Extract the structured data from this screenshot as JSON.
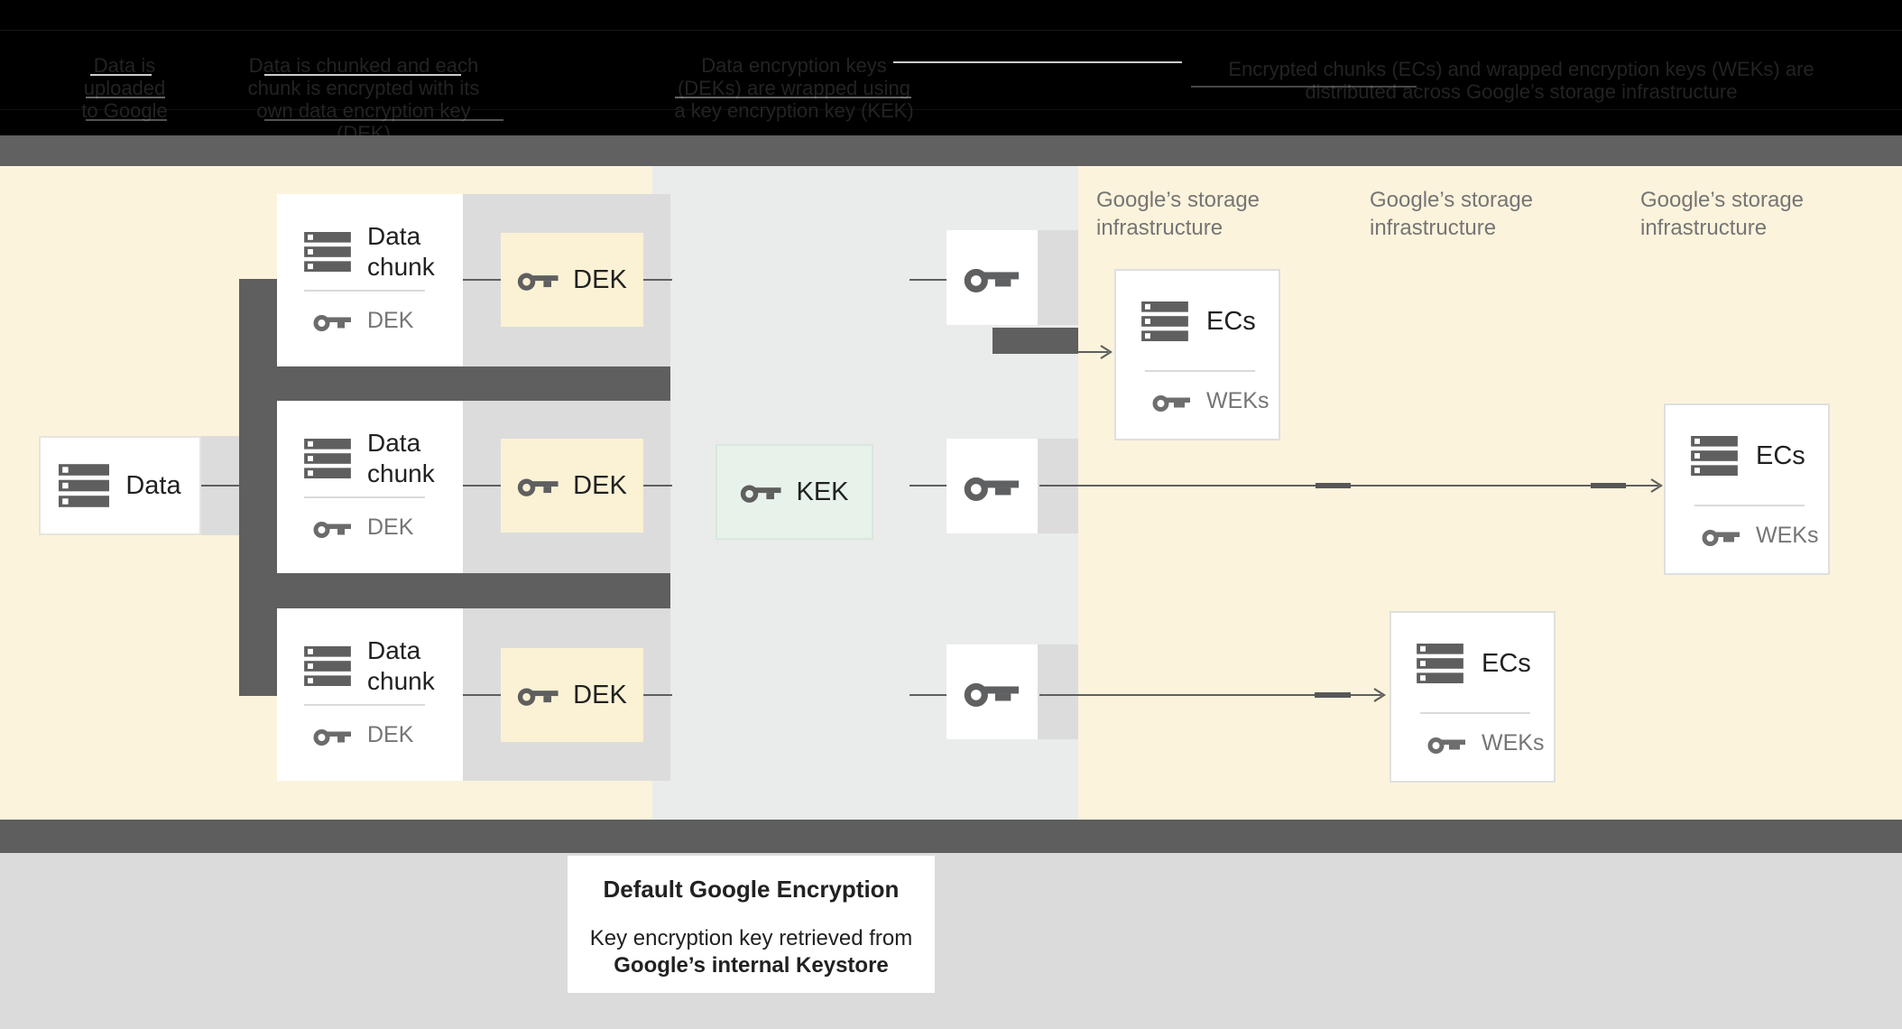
{
  "legend": {
    "block1": {
      "l1": "Data is",
      "l2": "uploaded",
      "l3": "to Google"
    },
    "block2": {
      "l1": "Data is chunked and each",
      "l2": "chunk is encrypted with its",
      "l3": "own data encryption key (DEK)"
    },
    "block3": {
      "l1": "Data encryption keys",
      "l2": "(DEKs) are wrapped using",
      "l3": "a key encryption key (KEK)"
    },
    "block4": {
      "l1": "Encrypted chunks (ECs) and wrapped encryption keys (WEKs) are",
      "l2": "distributed across Google’s storage infrastructure"
    }
  },
  "diagram": {
    "data_label": "Data",
    "chunks": [
      {
        "title": "Data chunk",
        "key_label": "DEK"
      },
      {
        "title": "Data chunk",
        "key_label": "DEK"
      },
      {
        "title": "Data chunk",
        "key_label": "DEK"
      }
    ],
    "dek_boxes": [
      {
        "label": "DEK"
      },
      {
        "label": "DEK"
      },
      {
        "label": "DEK"
      }
    ],
    "kek_label": "KEK",
    "storage_labels": [
      {
        "l1": "Google’s storage",
        "l2": "infrastructure"
      },
      {
        "l1": "Google’s storage",
        "l2": "infrastructure"
      },
      {
        "l1": "Google’s storage",
        "l2": "infrastructure"
      }
    ],
    "ecs_cards": [
      {
        "title": "ECs",
        "key_label": "WEKs"
      },
      {
        "title": "ECs",
        "key_label": "WEKs"
      },
      {
        "title": "ECs",
        "key_label": "WEKs"
      }
    ]
  },
  "footer": {
    "title": "Default Google Encryption",
    "line1": "Key encryption key retrieved from",
    "line2": "Google’s internal Keystore"
  },
  "colors": {
    "pale_yellow": "#FCF3DC",
    "column_gray_green": "#E9ECEA",
    "kek_green": "#E7F2EB",
    "dek_yellow": "#FBF2D5",
    "dark_gray": "#5F5F5F",
    "light_gray": "#DCDCDC",
    "bottom_gray": "#DBDBDB",
    "bar_gray": "#616161",
    "text_dark": "#212121",
    "text_gray": "#757575",
    "legend_faint_text": "#232323",
    "black_band": "#000000"
  }
}
